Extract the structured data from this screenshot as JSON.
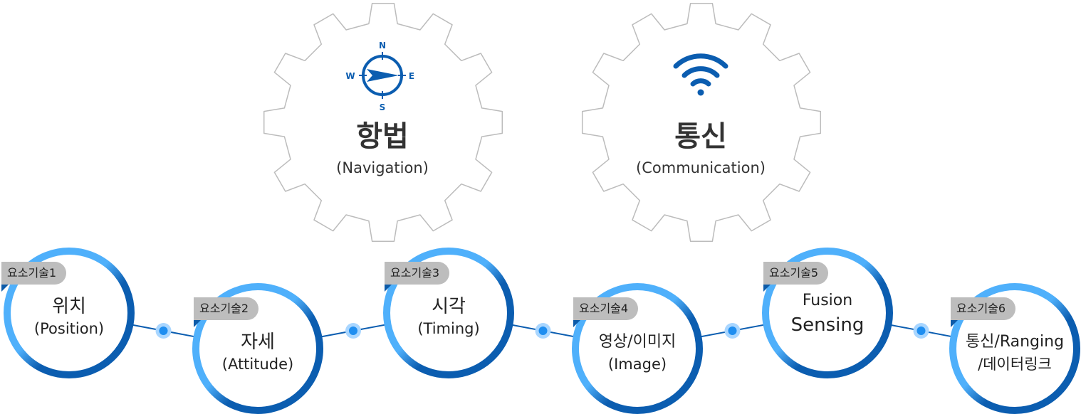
{
  "gears": [
    {
      "title": "항법",
      "subtitle": "(Navigation)",
      "icon": "compass-icon",
      "compass": {
        "n": "N",
        "e": "E",
        "s": "S",
        "w": "W"
      }
    },
    {
      "title": "통신",
      "subtitle": "(Communication)",
      "icon": "wifi-icon"
    }
  ],
  "nodes": [
    {
      "tag": "요소기술1",
      "main": "위치",
      "sub": "(Position)"
    },
    {
      "tag": "요소기술2",
      "main": "자세",
      "sub": "(Attitude)"
    },
    {
      "tag": "요소기술3",
      "main": "시각",
      "sub": "(Timing)"
    },
    {
      "tag": "요소기술4",
      "main": "영상/이미지",
      "sub": "(Image)"
    },
    {
      "tag": "요소기술5",
      "main": "Fusion",
      "sub": "Sensing"
    },
    {
      "tag": "요소기술6",
      "main": "통신/Ranging",
      "sub": "/데이터링크"
    }
  ],
  "colors": {
    "dark_blue": "#0b5db0",
    "light_blue": "#4fb0fb",
    "tag_grey": "#bdbdbd",
    "gear_stroke": "#bcbcbc"
  }
}
